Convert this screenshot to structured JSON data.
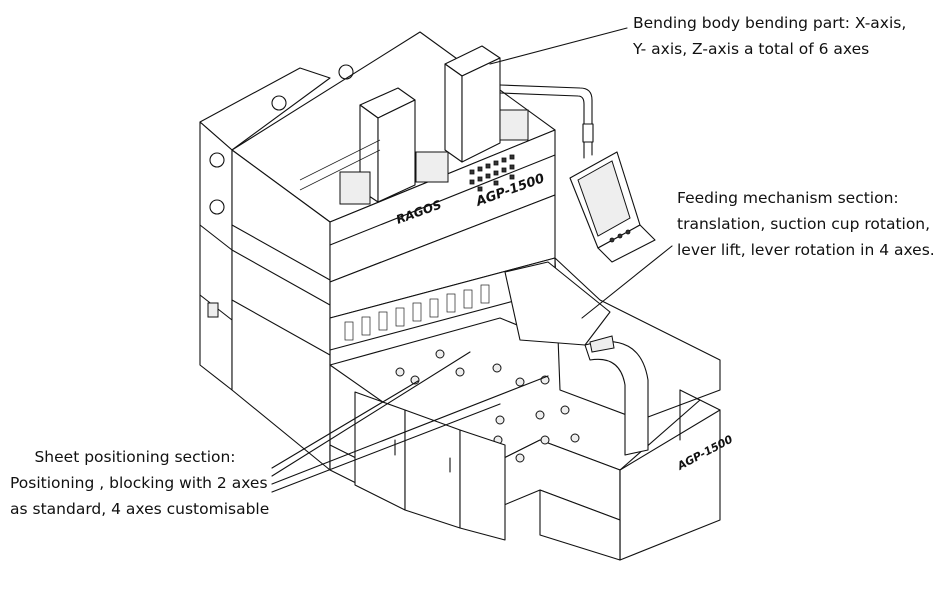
{
  "callouts": {
    "bending": {
      "line1": "Bending body bending part: X-axis,",
      "line2": "Y- axis, Z-axis a total of 6 axes"
    },
    "feeding": {
      "line1": "Feeding mechanism section:",
      "line2": "translation, suction cup rotation,",
      "line3": "lever lift, lever rotation in 4 axes."
    },
    "sheet": {
      "line1": "Sheet positioning section:",
      "line2": "Positioning , blocking with 2 axes",
      "line3": "as standard, 4 axes customisable"
    }
  },
  "machine": {
    "brand_logo": "RAGOS",
    "model_label_front": "AGP-1500",
    "model_label_side": "AGP-1500"
  }
}
